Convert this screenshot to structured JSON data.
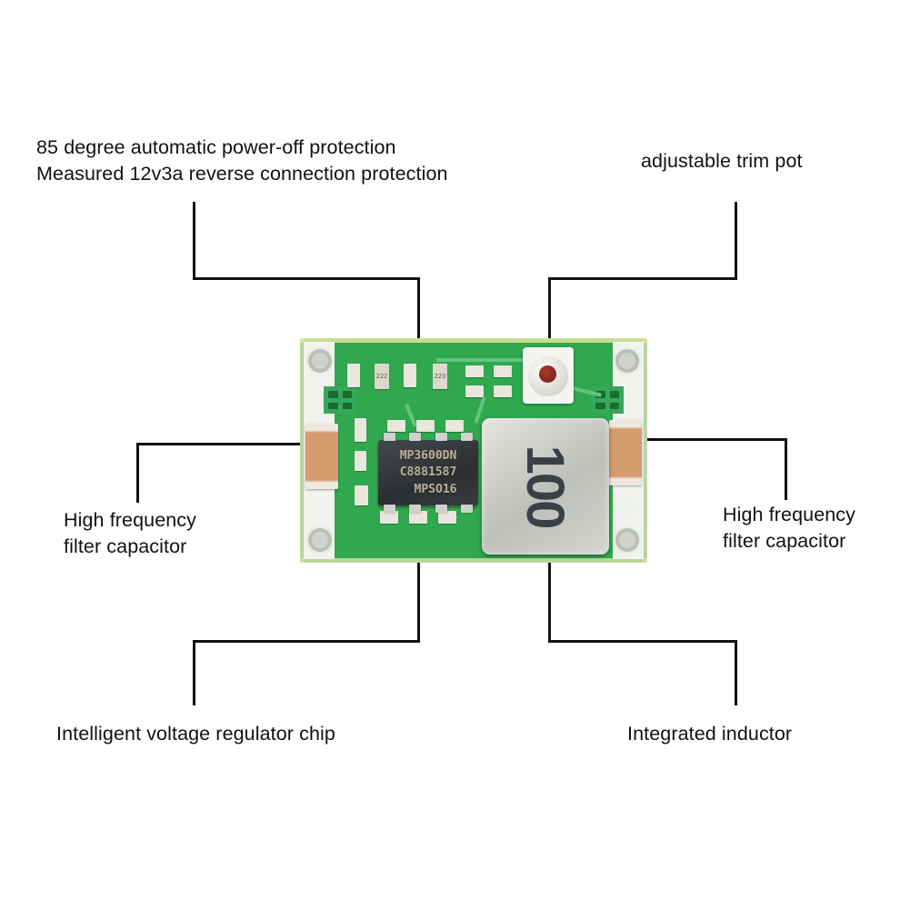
{
  "page": {
    "background": "#ffffff",
    "subject": "mini DC-DC step-down buck converter module annotated diagram"
  },
  "annotations": [
    {
      "id": "power-off-protection",
      "text": "85 degree automatic power-off protection\nMeasured 12v3a reverse connection protection",
      "position": "top-left"
    },
    {
      "id": "trim-pot",
      "text": "adjustable trim pot",
      "position": "top-right"
    },
    {
      "id": "filter-capacitor-left",
      "text": "High frequency\nfilter capacitor",
      "position": "middle-left"
    },
    {
      "id": "filter-capacitor-right",
      "text": "High frequency\nfilter capacitor",
      "position": "middle-right"
    },
    {
      "id": "regulator-chip",
      "text": "Intelligent voltage regulator chip",
      "position": "bottom-left"
    },
    {
      "id": "integrated-inductor",
      "text": "Integrated inductor",
      "position": "bottom-right"
    }
  ],
  "board": {
    "silkscreen": {
      "ic_line1": "MP3600DN",
      "ic_line2": "C8881587",
      "ic_line3": "MPSO16",
      "inductor_code": "100",
      "polarity_mark": "+",
      "smd_marks": [
        "222",
        "223"
      ]
    },
    "colors": {
      "solder_mask": "#2fa84f",
      "pad_metal": "#cfd3cc",
      "capacitor": "#d59c6e",
      "inductor": "#c9ccc7",
      "ic_body": "#34373a",
      "pot_body": "#f4f5f1",
      "pot_screw": "#8c2a1e",
      "leader_line": "#111111"
    }
  }
}
